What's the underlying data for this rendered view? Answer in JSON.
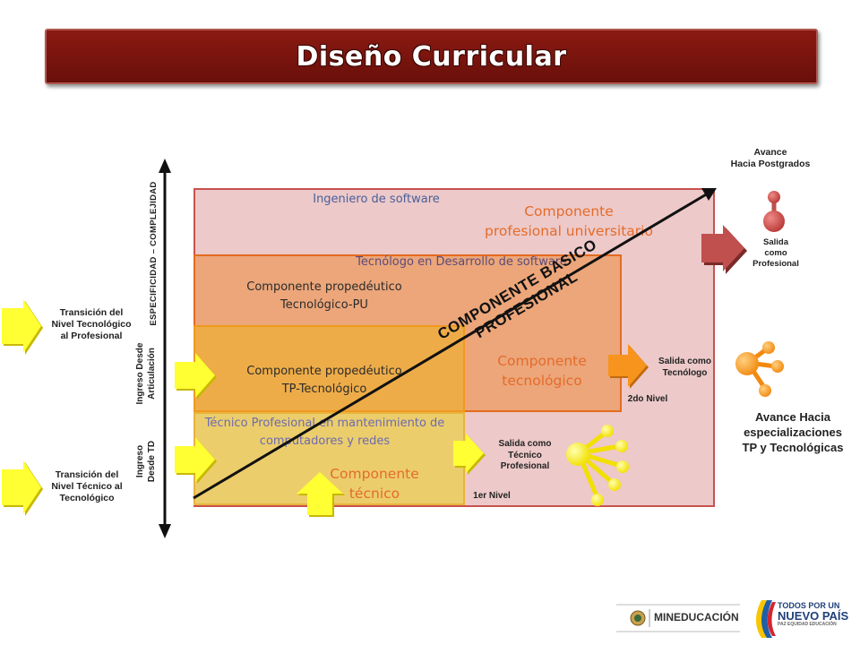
{
  "title": "Diseño Curricular",
  "boxes": {
    "ingeniero": "Ingeniero de software",
    "comp_prof_l1": "Componente",
    "comp_prof_l2": "profesional universitario",
    "tecnologo": "Tecnólogo en Desarrollo de software",
    "prop_pu_l1": "Componente propedéutico",
    "prop_pu_l2": "Tecnológico-PU",
    "prop_tp_l1": "Componente propedéutico",
    "prop_tp_l2": "TP-Tecnológico",
    "comp_tec_l1": "Componente",
    "comp_tec_l2": "tecnológico",
    "tecnico_l1": "Técnico Profesional en mantenimiento de",
    "tecnico_l2": "computadores y redes",
    "comp_tecnico_l1": "Componente",
    "comp_tecnico_l2": "técnico"
  },
  "diagonal": {
    "l1": "COMPONENTE BASICO",
    "l2": "PROFESIONAL"
  },
  "axis": {
    "label": "ESPECIFICIDAD – COMPLEJIDAD",
    "ingreso_art_l1": "Ingreso Desde",
    "ingreso_art_l2": "Articulación",
    "ingreso_td_l1": "Ingreso",
    "ingreso_td_l2": "Desde TD"
  },
  "left": {
    "trans_prof": [
      "Transición del",
      "Nivel Tecnológico",
      "al Profesional"
    ],
    "trans_tec": [
      "Transición del",
      "Nivel Técnico al",
      "Tecnológico"
    ]
  },
  "right": {
    "avance_post": [
      "Avance",
      "Hacia Postgrados"
    ],
    "salida_prof": [
      "Salida",
      "como",
      "Profesional"
    ],
    "salida_tecnologo": [
      "Salida como",
      "Tecnólogo"
    ],
    "nivel2": "2do  Nivel",
    "avance_esp": [
      "Avance Hacia",
      "especializaciones",
      "TP y Tecnológicas"
    ],
    "salida_tecnico": [
      "Salida como",
      "Técnico",
      "Profesional"
    ],
    "nivel1": "1er Nivel"
  },
  "footer": {
    "mineducacion": "MINEDUCACIÓN",
    "gov_l1": "TODOS POR UN",
    "gov_l2": "NUEVO PAÍS",
    "gov_l3": "PAZ  EQUIDAD  EDUCACIÓN"
  },
  "colors": {
    "title_bg": "#7a130d",
    "outer": "#edc9c9",
    "tecnologo": "#eca67a",
    "propedeutico": "#eeac48",
    "tecnico": "#eccd6c",
    "arrow_yellow": "#ffff33",
    "arrow_orange": "#f7941d",
    "arrow_red": "#c0504d"
  }
}
